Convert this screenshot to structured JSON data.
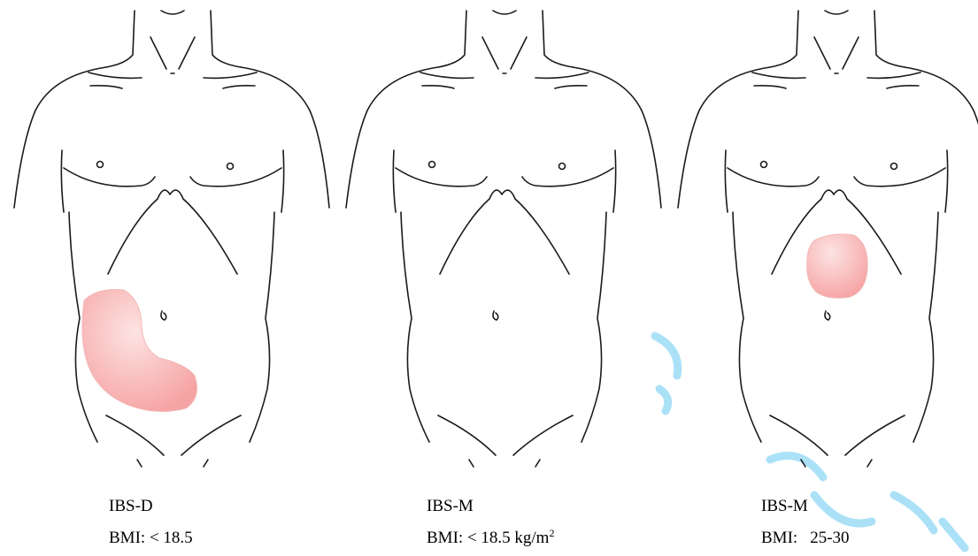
{
  "panels": [
    {
      "type": "IBS-D",
      "bmi_label": "BMI:",
      "bmi_value": "< 18.5",
      "bmi_unit": "",
      "pain_region": "right lower abdomen"
    },
    {
      "type": "IBS-M",
      "bmi_label": "BMI:",
      "bmi_value": "< 18.5",
      "bmi_unit": "kg/m",
      "bmi_unit_sup": "2",
      "pain_region": ""
    },
    {
      "type": "IBS-M",
      "bmi_label": "BMI:",
      "bmi_value": "25-30",
      "bmi_unit": "",
      "pain_region": "upper abdomen"
    }
  ],
  "colors": {
    "outline": "#1a1a1a",
    "pain_fill": "#f8a9a9",
    "pain_highlight": "#fde3e3",
    "watermark": "#8fd8f5"
  }
}
